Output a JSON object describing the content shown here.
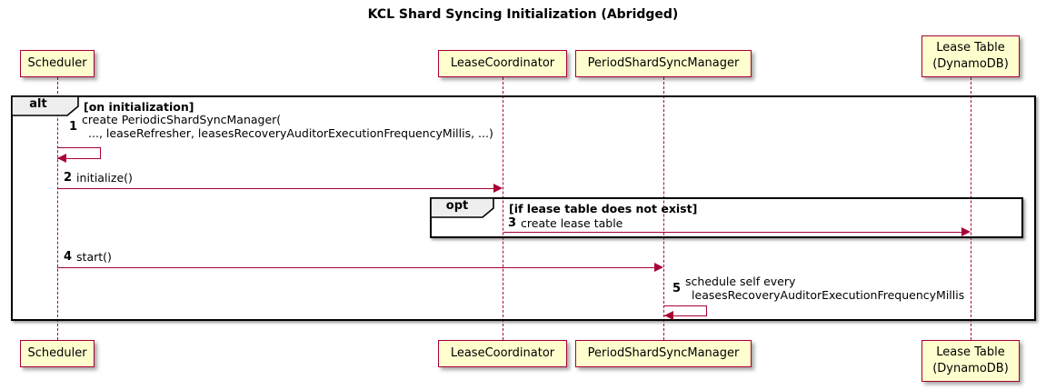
{
  "title": "KCL Shard Syncing Initialization (Abridged)",
  "colors": {
    "participant_fill": "#FEFECE",
    "participant_border": "#A80036",
    "lifeline": "#A80036",
    "arrow": "#A80036",
    "frame_border": "#000000",
    "frame_tab_fill": "#EEEEEE",
    "text": "#000000",
    "background": "#FFFFFF"
  },
  "participants": [
    {
      "id": "scheduler",
      "lines": [
        "Scheduler"
      ]
    },
    {
      "id": "lease-coordinator",
      "lines": [
        "LeaseCoordinator"
      ]
    },
    {
      "id": "period-shard-sync-manager",
      "lines": [
        "PeriodShardSyncManager"
      ]
    },
    {
      "id": "lease-table",
      "lines": [
        "Lease Table",
        "(DynamoDB)"
      ]
    }
  ],
  "frames": [
    {
      "label": "alt",
      "condition": "[on initialization]"
    },
    {
      "label": "opt",
      "condition": "[if lease table does not exist]"
    }
  ],
  "messages": [
    {
      "num": "1",
      "lines": [
        "create PeriodicShardSyncManager(",
        "..., leaseRefresher, leasesRecoveryAuditorExecutionFrequencyMillis, ...)"
      ],
      "from": "scheduler",
      "to": "scheduler",
      "kind": "self"
    },
    {
      "num": "2",
      "lines": [
        "initialize()"
      ],
      "from": "scheduler",
      "to": "lease-coordinator",
      "kind": "arrow"
    },
    {
      "num": "3",
      "lines": [
        "create lease table"
      ],
      "from": "lease-coordinator",
      "to": "lease-table",
      "kind": "arrow"
    },
    {
      "num": "4",
      "lines": [
        "start()"
      ],
      "from": "scheduler",
      "to": "period-shard-sync-manager",
      "kind": "arrow"
    },
    {
      "num": "5",
      "lines": [
        "schedule self every",
        "leasesRecoveryAuditorExecutionFrequencyMillis"
      ],
      "from": "period-shard-sync-manager",
      "to": "period-shard-sync-manager",
      "kind": "self"
    }
  ]
}
